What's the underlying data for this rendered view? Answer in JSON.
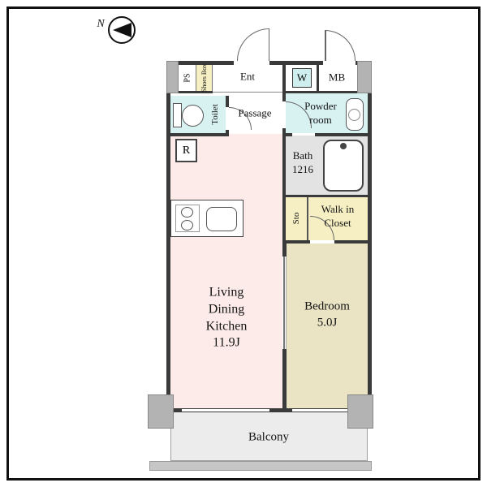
{
  "compass": {
    "label": "N"
  },
  "rooms": {
    "ps": "PS",
    "shoes_box": "Shoes Box",
    "ent": "Ent",
    "washer": "W",
    "mb": "MB",
    "toilet": "Toilet",
    "passage": "Passage",
    "powder_room": "Powder\nroom",
    "fridge": "R",
    "bath": "Bath\n1216",
    "storage": "Sto",
    "walk_in_closet": "Walk in\nCloset",
    "ldk": "Living\nDining\nKitchen\n11.9J",
    "bedroom": "Bedroom\n5.0J",
    "balcony": "Balcony"
  },
  "colors": {
    "wall": "#3a3a3a",
    "ldk_pink": "#fcebe9",
    "bedroom_beige": "#eae3c4",
    "closet_yellow": "#f6efc3",
    "wet_area_cyan": "#d8f1f1",
    "bath_gray": "#e3e3e3",
    "balcony_gray": "#ececec",
    "pillar_gray": "#b3b3b3",
    "frame_black": "#111111"
  }
}
